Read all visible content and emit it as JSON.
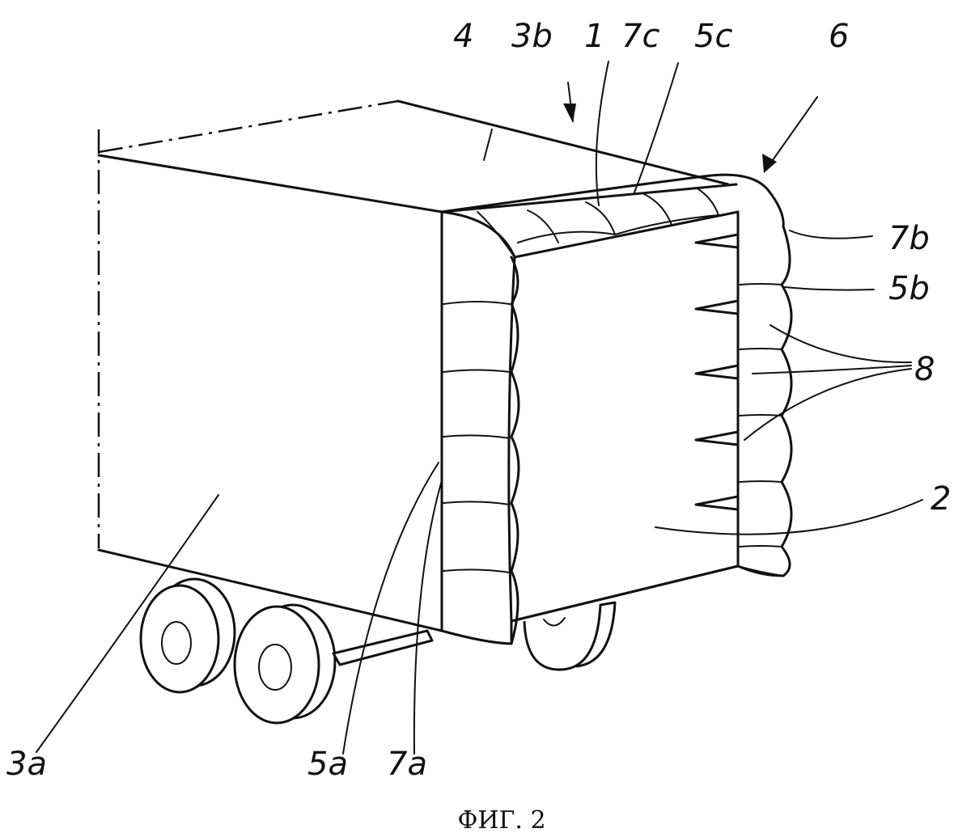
{
  "figure": {
    "caption": "ФИГ. 2",
    "labels": {
      "l4": "4",
      "l3b": "3b",
      "l1": "1",
      "l7c": "7c",
      "l5c": "5c",
      "l6": "6",
      "l7b": "7b",
      "l5b": "5b",
      "l8": "8",
      "l2": "2",
      "l3a": "3a",
      "l5a": "5a",
      "l7a": "7a"
    }
  },
  "colors": {
    "ink": "#111111",
    "paper": "#ffffff"
  }
}
